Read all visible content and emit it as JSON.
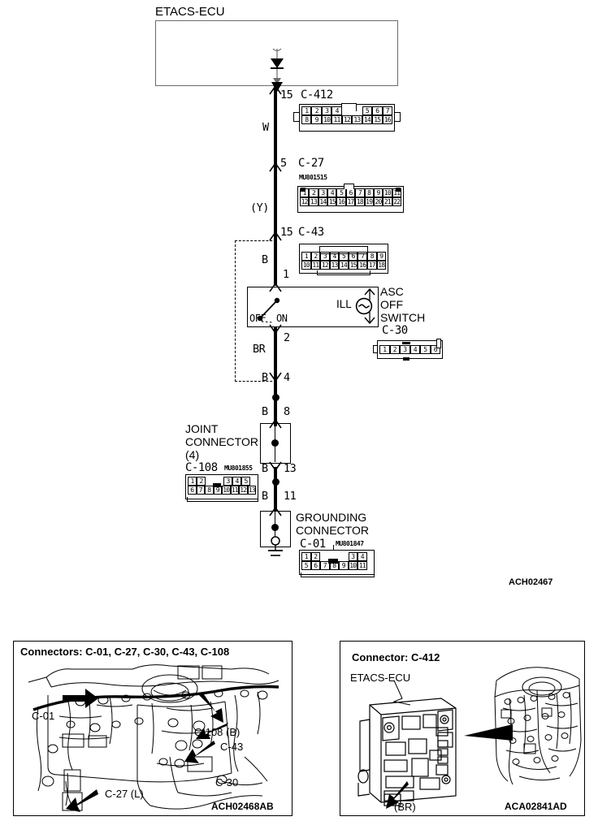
{
  "diagram": {
    "figure_code": "ACH02467",
    "ecu": {
      "label": "ETACS-ECU"
    },
    "nodes": {
      "diode": "diode-symbol",
      "ground": "ground-symbol"
    },
    "wires": [
      {
        "pin": "15",
        "connector": "C-412",
        "color_code": "W"
      },
      {
        "pin": "5",
        "connector": "C-27",
        "color_code": "(Y)"
      },
      {
        "pin": "15",
        "connector": "C-43",
        "color_code": "B"
      },
      {
        "pin": "1",
        "connector": "",
        "color_code": ""
      },
      {
        "pin": "2",
        "connector": "",
        "color_code": "BR"
      },
      {
        "pin": "4",
        "connector": "",
        "color_code": "B"
      },
      {
        "pin": "8",
        "connector": "",
        "color_code": "B"
      },
      {
        "pin": "13",
        "connector": "",
        "color_code": "B"
      },
      {
        "pin": "11",
        "connector": "",
        "color_code": "B"
      }
    ],
    "switch": {
      "name_line1": "ASC",
      "name_line2": "OFF",
      "name_line3": "SWITCH",
      "connector": "C-30",
      "position_off": "OFF",
      "position_on": "ON",
      "lamp_label": "ILL"
    },
    "joint_connector": {
      "line1": "JOINT",
      "line2": "CONNECTOR",
      "line3": "(4)",
      "connector": "C-108",
      "part_no": "MU801855"
    },
    "grounding_connector": {
      "line1": "GROUNDING",
      "line2": "CONNECTOR",
      "connector": "C-01",
      "part_no": "MU801847"
    },
    "connectors": [
      {
        "id": "C-412",
        "name": "C-412",
        "part_no": "",
        "top_row": [
          "1",
          "2",
          "3",
          "4",
          "",
          "5",
          "6",
          "7"
        ],
        "bottom_row": [
          "8",
          "9",
          "10",
          "11",
          "12",
          "13",
          "14",
          "15",
          "16"
        ]
      },
      {
        "id": "C-27",
        "name": "C-27",
        "part_no": "MU801515",
        "top_row": [
          "1",
          "2",
          "3",
          "4",
          "5",
          "6",
          "7",
          "8",
          "9",
          "10",
          "11"
        ],
        "bottom_row": [
          "12",
          "13",
          "14",
          "15",
          "16",
          "17",
          "18",
          "19",
          "20",
          "21",
          "22"
        ]
      },
      {
        "id": "C-43",
        "name": "C-43",
        "part_no": "",
        "top_row": [
          "1",
          "2",
          "3",
          "4",
          "5",
          "6",
          "7",
          "8",
          "9"
        ],
        "bottom_row": [
          "10",
          "11",
          "12",
          "13",
          "14",
          "15",
          "16",
          "17",
          "18"
        ]
      },
      {
        "id": "C-30",
        "name": "C-30",
        "part_no": "",
        "top_row": [
          "1",
          "2",
          "3",
          "4",
          "5",
          "6"
        ],
        "bottom_row": []
      },
      {
        "id": "C-108",
        "name": "C-108",
        "part_no": "MU801855",
        "top_row": [
          "1",
          "2",
          "",
          "",
          "3",
          "4",
          "5"
        ],
        "bottom_row": [
          "6",
          "7",
          "8",
          "9",
          "10",
          "11",
          "12",
          "13"
        ]
      },
      {
        "id": "C-01",
        "name": "C-01",
        "part_no": "MU801847",
        "top_row": [
          "1",
          "2",
          "",
          "",
          "",
          "3",
          "4"
        ],
        "bottom_row": [
          "5",
          "6",
          "7",
          "8",
          "9",
          "10",
          "11"
        ]
      }
    ]
  },
  "panels": [
    {
      "id": "panel-left",
      "title": "Connectors: C-01, C-27, C-30, C-43, C-108",
      "figure_code": "ACH02468AB",
      "callouts": [
        {
          "label": "C-01"
        },
        {
          "label": "C-108 (B)"
        },
        {
          "label": "C-43"
        },
        {
          "label": "C-30"
        },
        {
          "label": "C-27 (L)"
        }
      ]
    },
    {
      "id": "panel-right",
      "title": "Connector: C-412",
      "figure_code": "ACA02841AD",
      "callouts": [
        {
          "label": "ETACS-ECU"
        },
        {
          "label": "(BR)"
        }
      ]
    }
  ],
  "colors": {
    "ink": "#000000",
    "ecu_box_stroke": "#6b6b6b",
    "page_bg": "#ffffff"
  }
}
